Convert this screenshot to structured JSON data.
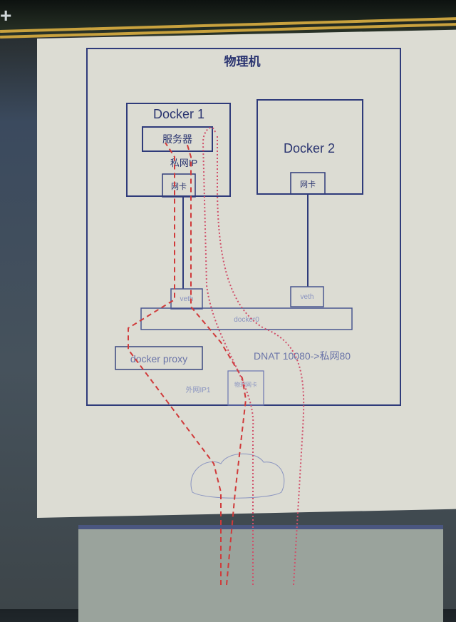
{
  "diagram": {
    "title": "物理机",
    "containers": [
      {
        "id": "docker1",
        "label": "Docker 1",
        "inner_box": "服务器",
        "ip_label": "私网IP",
        "nic_label": "网卡"
      },
      {
        "id": "docker2",
        "label": "Docker 2",
        "nic_label": "网卡"
      }
    ],
    "veth_labels": [
      "veth",
      "veth"
    ],
    "bridge_label": "docker0",
    "proxy_label": "docker proxy",
    "dnat_label": "DNAT 10080->私网80",
    "external_ip_label": "外网IP1",
    "physical_nic_label": "物理网卡",
    "colors": {
      "line": "#3a4a8a",
      "dashed_path": "#d03a3a",
      "dotted_path": "#d0506a",
      "faded_text": "#8a94c0"
    }
  }
}
